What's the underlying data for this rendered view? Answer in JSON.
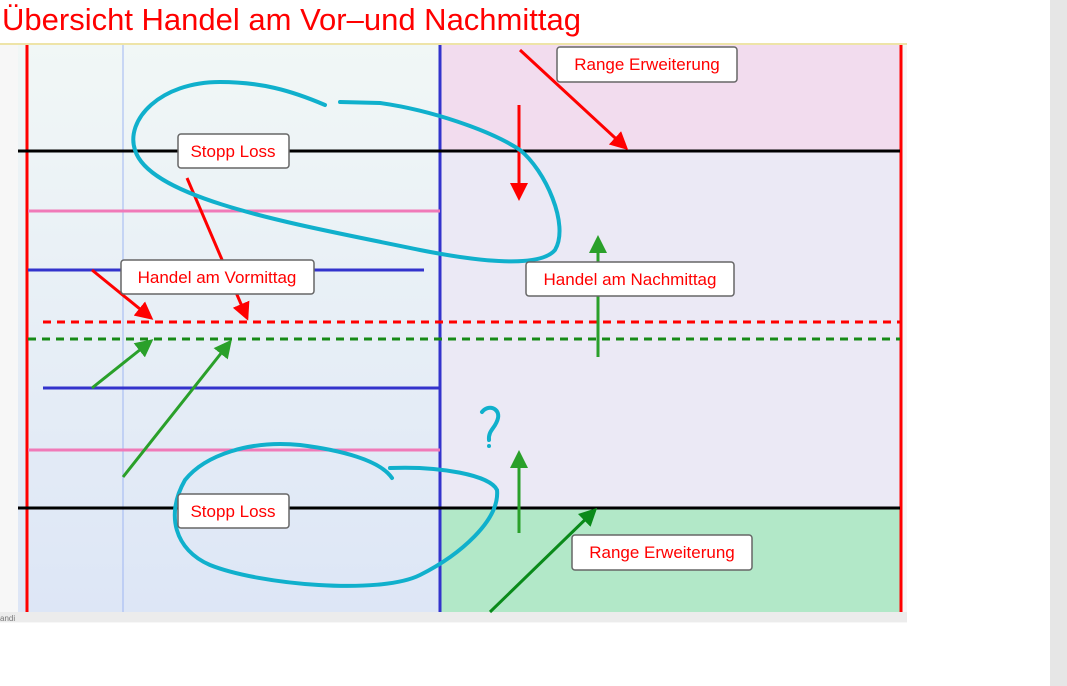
{
  "title": "Übersicht Handel am Vor–und Nachmittag",
  "diagram": {
    "labels": {
      "range_top": "Range Erweiterung",
      "stop_top": "Stopp Loss",
      "am_morning": "Handel am Vormittag",
      "am_afternoon": "Handel am Nachmittag",
      "stop_bottom": "Stopp Loss",
      "range_bottom": "Range Erweiterung"
    },
    "annotation_question": "?",
    "footer_text": "andi"
  },
  "colors": {
    "red": "#ff0000",
    "blue": "#3333cc",
    "green": "#2aa02a",
    "cyan": "#10b0cc",
    "pink": "#f07ab8"
  }
}
